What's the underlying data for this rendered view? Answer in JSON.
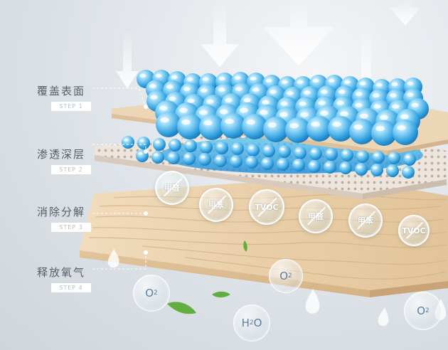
{
  "steps": [
    {
      "title": "覆盖表面",
      "tag": "STEP 1"
    },
    {
      "title": "渗透深层",
      "tag": "STEP 2"
    },
    {
      "title": "消除分解",
      "tag": "STEP 3"
    },
    {
      "title": "释放氧气",
      "tag": "STEP 4"
    }
  ],
  "pollutants": [
    "甲醛",
    "甲苯",
    "TVOC",
    "甲醛",
    "甲苯",
    "TVOC"
  ],
  "bubbles": [
    {
      "main": "O",
      "sub": "2"
    },
    {
      "main": "O",
      "sub": "2"
    },
    {
      "main": "H",
      "sub": "2",
      "tail": "O"
    },
    {
      "main": "O",
      "sub": "2"
    }
  ],
  "colors": {
    "wood": "#ead1ad",
    "sphere": "#5fc2f0",
    "board": "#f1e7dc",
    "label": "#55606a"
  }
}
